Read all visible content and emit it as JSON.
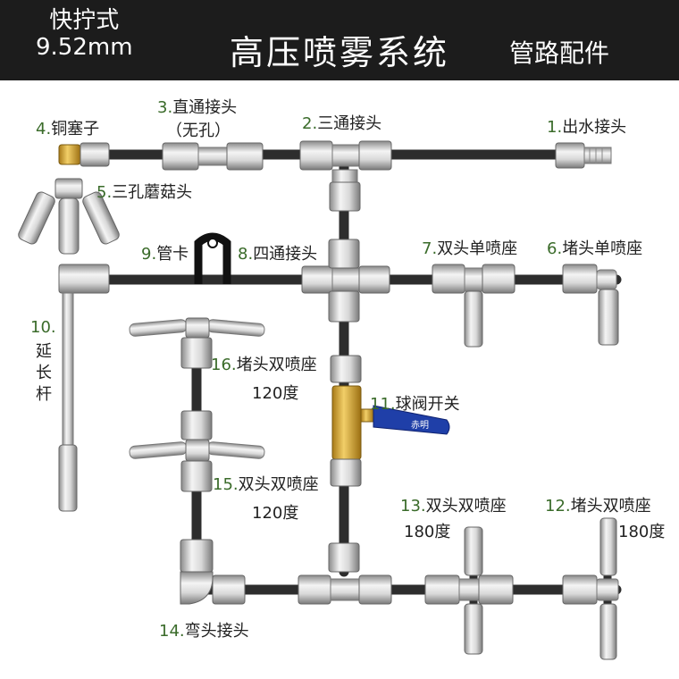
{
  "header": {
    "left_line1": "快拧式",
    "left_line2": "9.52mm",
    "title": "高压喷雾系统",
    "right": "管路配件"
  },
  "parts": [
    {
      "num": "1.",
      "name": "出水接头"
    },
    {
      "num": "2.",
      "name": "三通接头"
    },
    {
      "num": "3.",
      "name": "直通接头",
      "sub": "（无孔）"
    },
    {
      "num": "4.",
      "name": "铜塞子"
    },
    {
      "num": "5.",
      "name": "三孔蘑菇头"
    },
    {
      "num": "6.",
      "name": "堵头单喷座"
    },
    {
      "num": "7.",
      "name": "双头单喷座"
    },
    {
      "num": "8.",
      "name": "四通接头"
    },
    {
      "num": "9.",
      "name": "管卡"
    },
    {
      "num": "10.",
      "chars": [
        "延",
        "长",
        "杆"
      ]
    },
    {
      "num": "11.",
      "name": "球阀开关"
    },
    {
      "num": "12.",
      "name": "堵头双喷座",
      "sub": "180度"
    },
    {
      "num": "13.",
      "name": "双头双喷座",
      "sub": "180度"
    },
    {
      "num": "14.",
      "name": "弯头接头"
    },
    {
      "num": "15.",
      "name": "双头双喷座",
      "sub": "120度"
    },
    {
      "num": "16.",
      "name": "堵头双喷座",
      "sub": "120度"
    }
  ],
  "valve_handle_text": "赤明",
  "colors": {
    "pipe": "#2d2d2d",
    "metal": "#c9c9c9",
    "brass": "#d4a52a",
    "handle": "#1f3fa8",
    "number": "#3a6b2a"
  }
}
